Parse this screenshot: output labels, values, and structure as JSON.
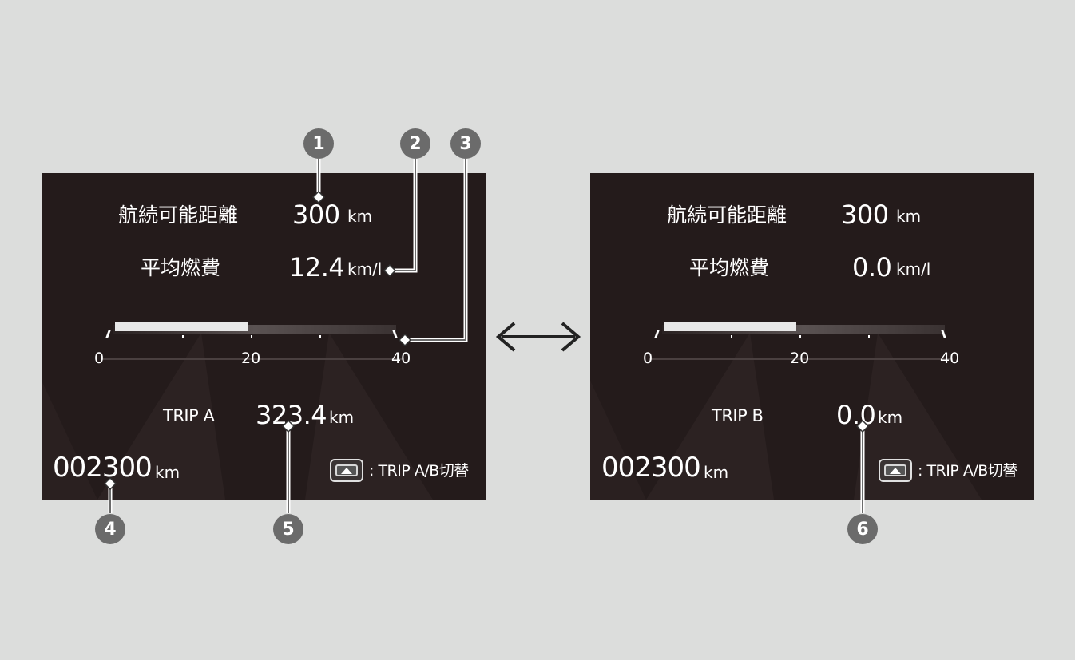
{
  "screens": [
    {
      "range_label": "航続可能距離",
      "range_value": "300",
      "range_unit": "km",
      "fuel_label": "平均燃費",
      "fuel_value": "12.4",
      "fuel_unit": "km/l",
      "gauge": {
        "ticks": [
          "0",
          "20",
          "40"
        ],
        "min": 0,
        "max": 40,
        "value": 19
      },
      "trip_label": "TRIP A",
      "trip_value": "323.4",
      "trip_unit": "km",
      "odometer_value": "002300",
      "odometer_unit": "km",
      "hint_text": ": TRIP A/B切替"
    },
    {
      "range_label": "航続可能距離",
      "range_value": "300",
      "range_unit": "km",
      "fuel_label": "平均燃費",
      "fuel_value": "0.0",
      "fuel_unit": "km/l",
      "gauge": {
        "ticks": [
          "0",
          "20",
          "40"
        ],
        "min": 0,
        "max": 40,
        "value": 19
      },
      "trip_label": "TRIP B",
      "trip_value": "0.0",
      "trip_unit": "km",
      "odometer_value": "002300",
      "odometer_unit": "km",
      "hint_text": ": TRIP A/B切替"
    }
  ],
  "callouts": [
    "1",
    "2",
    "3",
    "4",
    "5",
    "6"
  ],
  "switch_arrow_icon": "double-arrow-icon",
  "colors": {
    "screen_bg": "#241b1b",
    "page_bg": "#dcdddc",
    "callout": "#6b6b6b"
  }
}
